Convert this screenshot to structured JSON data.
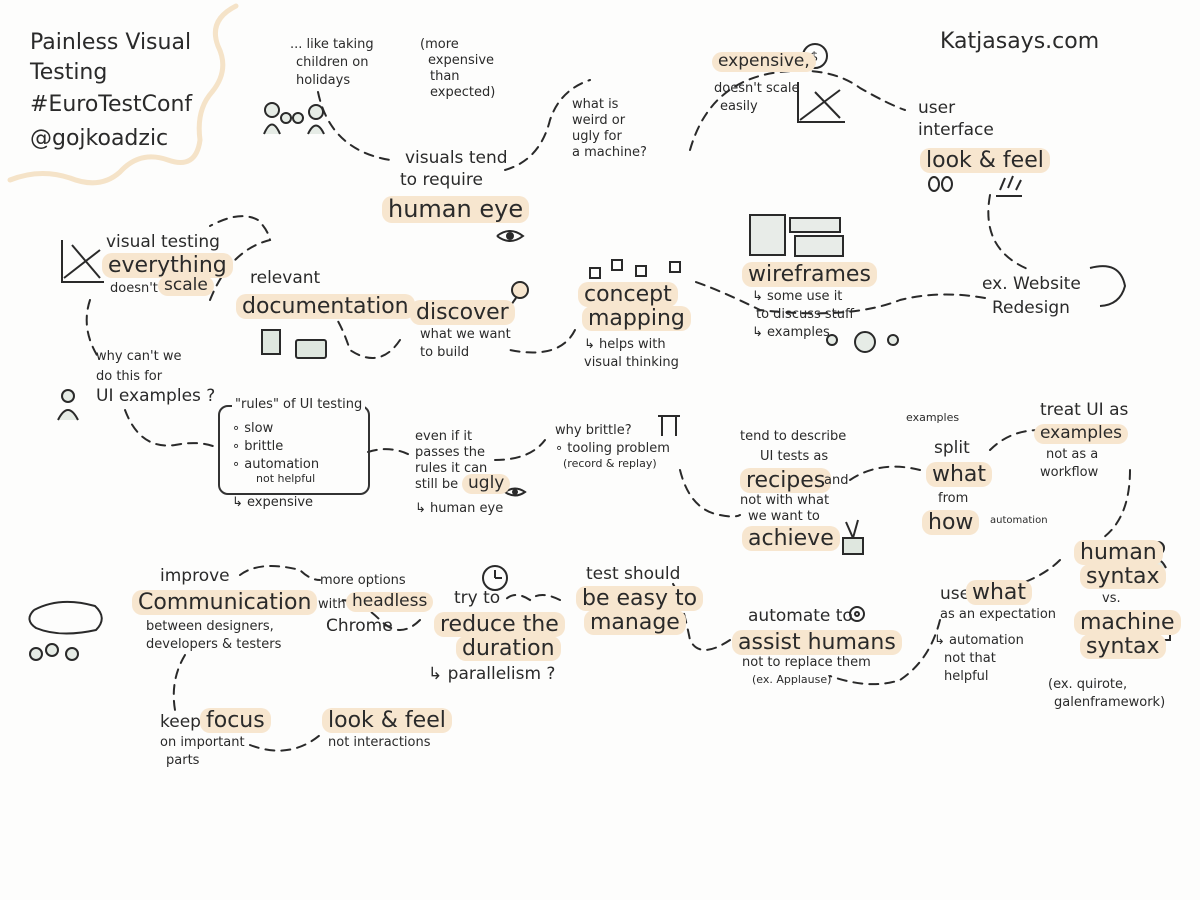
{
  "title": {
    "line1": "Painless Visual",
    "line2": "Testing",
    "hashtag": "#EuroTestConf",
    "handle": "@gojkoadzic"
  },
  "site": "Katjasays.com",
  "colors": {
    "highlight": "#f7e6cf",
    "ink": "#2a2a2a",
    "path": "#e9e6b0",
    "corner": "#f5e3c8"
  },
  "notes": {
    "children": [
      "... like taking",
      "children on",
      "holidays"
    ],
    "expensive_paren": [
      "(more",
      "expensive",
      "than",
      "expected)"
    ],
    "visuals_tend": [
      "visuals tend",
      "to require"
    ],
    "human_eye": "human eye",
    "what_is_weird": [
      "what is",
      "weird or",
      "ugly for",
      "a machine?"
    ],
    "expensive": "expensive,",
    "doesnt_scale": [
      "doesn't scale",
      "easily"
    ],
    "user_interface": [
      "user",
      "interface"
    ],
    "look_feel": "look & feel",
    "vt_prefix": "visual testing",
    "vt_everything": "everything",
    "vt_doesnt": "doesn't",
    "vt_scale": "scale",
    "relevant": "relevant",
    "documentation": "documentation",
    "discover": "discover",
    "discover_sub": [
      "what we want",
      "to build"
    ],
    "concept": [
      "concept",
      "mapping"
    ],
    "concept_sub": [
      "↳ helps with",
      "visual thinking"
    ],
    "wireframes": "wireframes",
    "wireframes_sub": [
      "↳ some use it",
      "to discuss stuff",
      "↳ examples"
    ],
    "redesign": [
      "ex. Website",
      "Redesign"
    ],
    "why_cant": [
      "why can't we",
      "do this for",
      "UI examples ?"
    ],
    "rules_title": "\"rules\" of UI testing",
    "rules": [
      "slow",
      "brittle",
      "automation",
      "not helpful"
    ],
    "rules_after": "↳ expensive",
    "even_if": [
      "even if it",
      "passes the",
      "rules it can",
      "still be"
    ],
    "ugly": "ugly",
    "even_if_sub": "↳ human eye",
    "why_brittle": [
      "why brittle?",
      "∘ tooling problem",
      "(record & replay)"
    ],
    "tend_describe": [
      "tend to describe",
      "UI tests as"
    ],
    "recipes": "recipes",
    "recipes_and": "and",
    "not_with": [
      "not with what",
      "we want to"
    ],
    "achieve": "achieve",
    "examples_small": "examples",
    "split": "split",
    "what": "what",
    "from": "from",
    "how": "how",
    "automation_small": "automation",
    "treat_ui": "treat UI as",
    "examples": "examples",
    "not_workflow": [
      "not as a",
      "workflow"
    ],
    "human_syntax": [
      "human",
      "syntax"
    ],
    "vs": "vs.",
    "machine_syntax": [
      "machine",
      "syntax"
    ],
    "ex_quirote": [
      "(ex. quirote,",
      "galenframework)"
    ],
    "improve": "improve",
    "communication": "Communication",
    "communication_sub": [
      "between designers,",
      "developers & testers"
    ],
    "more_options": "more options",
    "with": "with",
    "headless": "headless",
    "chrome": "Chrome",
    "try_to": "try to",
    "reduce": [
      "reduce the",
      "duration"
    ],
    "parallelism": "↳ parallelism ?",
    "test_should": "test should",
    "easy_to": [
      "be easy to",
      "manage"
    ],
    "automate_to": "automate to",
    "assist_humans": "assist humans",
    "not_replace": [
      "not to replace them",
      "(ex. Applause)"
    ],
    "use": "use",
    "use_what": "what",
    "as_expectation": "as an expectation",
    "auto_not_helpful": [
      "↳ automation",
      "not that",
      "helpful"
    ],
    "keep": "keep",
    "focus": "focus",
    "keep_sub": [
      "on important",
      "parts"
    ],
    "look_feel2": "look & feel",
    "not_interactions": "not interactions"
  }
}
